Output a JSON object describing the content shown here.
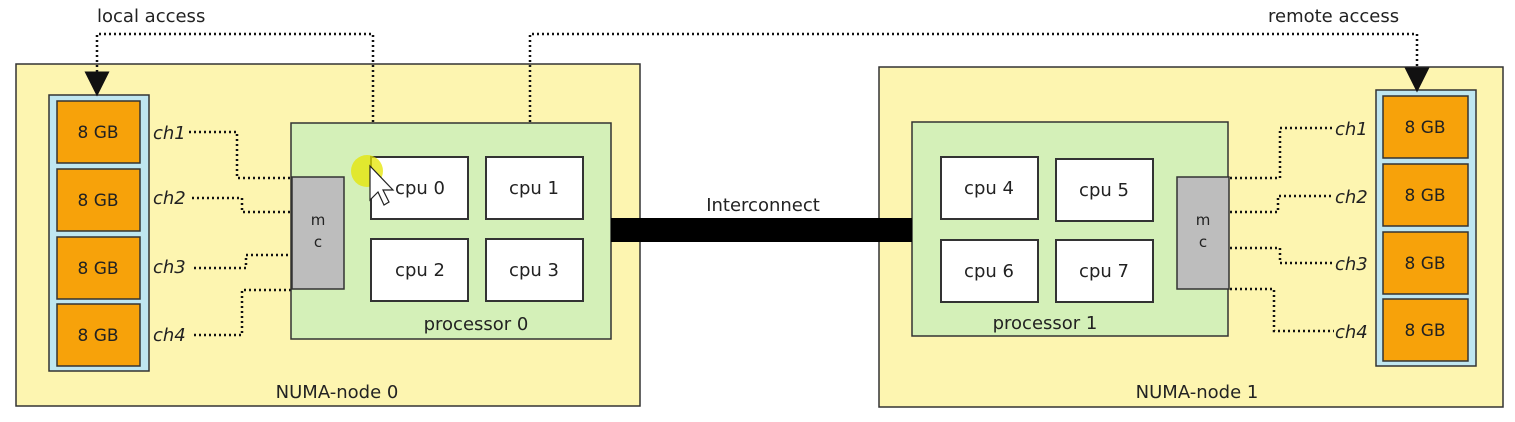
{
  "labels": {
    "local_access": "local access",
    "remote_access": "remote access",
    "interconnect": "Interconnect"
  },
  "nodes": [
    {
      "name": "NUMA-node 0",
      "processor": "processor 0",
      "mc": [
        "m",
        "c"
      ],
      "cpus": [
        "cpu 0",
        "cpu 1",
        "cpu 2",
        "cpu 3"
      ],
      "memory": [
        "8 GB",
        "8 GB",
        "8 GB",
        "8 GB"
      ],
      "channels": [
        "ch1",
        "ch2",
        "ch3",
        "ch4"
      ]
    },
    {
      "name": "NUMA-node 1",
      "processor": "processor 1",
      "mc": [
        "m",
        "c"
      ],
      "cpus": [
        "cpu 4",
        "cpu 5",
        "cpu 6",
        "cpu 7"
      ],
      "memory": [
        "8 GB",
        "8 GB",
        "8 GB",
        "8 GB"
      ],
      "channels": [
        "ch1",
        "ch2",
        "ch3",
        "ch4"
      ]
    }
  ],
  "colors": {
    "numa_node_bg": "#fdf5b0",
    "processor_bg": "#d4f0b8",
    "memory_module": "#f7a20a",
    "memory_frame": "#bfe6f0",
    "mc_block": "#bdbdbd",
    "cpu_bg": "#ffffff"
  }
}
